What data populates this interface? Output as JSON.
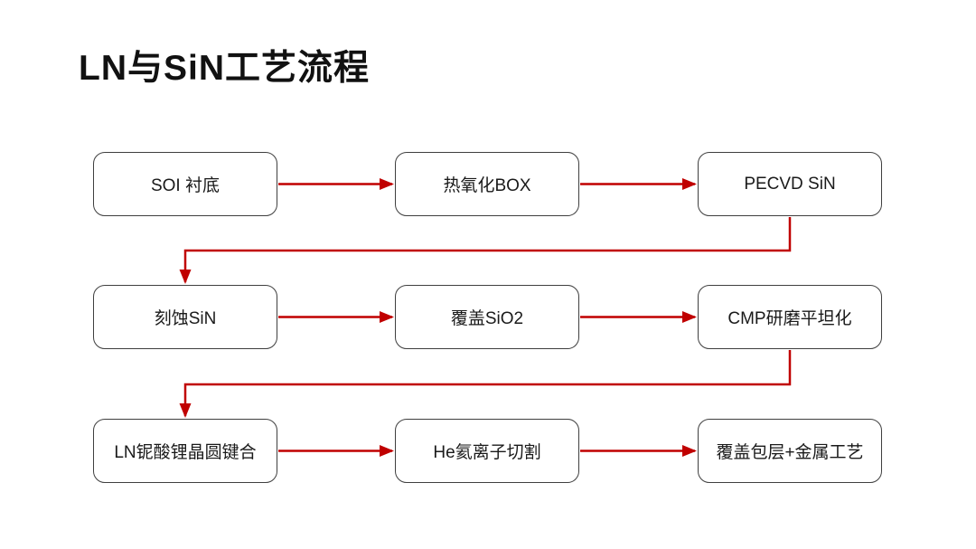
{
  "title": "LN与SiN工艺流程",
  "flowchart": {
    "type": "flowchart",
    "rows": [
      {
        "boxes": [
          {
            "id": "soi-substrate",
            "label": "SOI 衬底"
          },
          {
            "id": "thermal-oxide-box",
            "label": "热氧化BOX"
          },
          {
            "id": "pecvd-sin",
            "label": "PECVD SiN"
          }
        ]
      },
      {
        "boxes": [
          {
            "id": "etch-sin",
            "label": "刻蚀SiN"
          },
          {
            "id": "sio2-cover",
            "label": "覆盖SiO2"
          },
          {
            "id": "cmp-planarization",
            "label": "CMP研磨平坦化"
          }
        ]
      },
      {
        "boxes": [
          {
            "id": "ln-wafer-bonding",
            "label": "LN铌酸锂晶圆键合"
          },
          {
            "id": "he-ion-slicing",
            "label": "He氦离子切割"
          },
          {
            "id": "cladding-metal",
            "label": "覆盖包层+金属工艺"
          }
        ]
      }
    ],
    "connections": [
      {
        "from": "soi-substrate",
        "to": "thermal-oxide-box"
      },
      {
        "from": "thermal-oxide-box",
        "to": "pecvd-sin"
      },
      {
        "from": "pecvd-sin",
        "to": "etch-sin"
      },
      {
        "from": "etch-sin",
        "to": "sio2-cover"
      },
      {
        "from": "sio2-cover",
        "to": "cmp-planarization"
      },
      {
        "from": "cmp-planarization",
        "to": "ln-wafer-bonding"
      },
      {
        "from": "ln-wafer-bonding",
        "to": "he-ion-slicing"
      },
      {
        "from": "he-ion-slicing",
        "to": "cladding-metal"
      }
    ],
    "colors": {
      "arrow": "#c00000",
      "box_border": "#3f3f3f",
      "box_fill": "#ffffff",
      "text": "#1a1a1a",
      "background": "#ffffff"
    }
  }
}
